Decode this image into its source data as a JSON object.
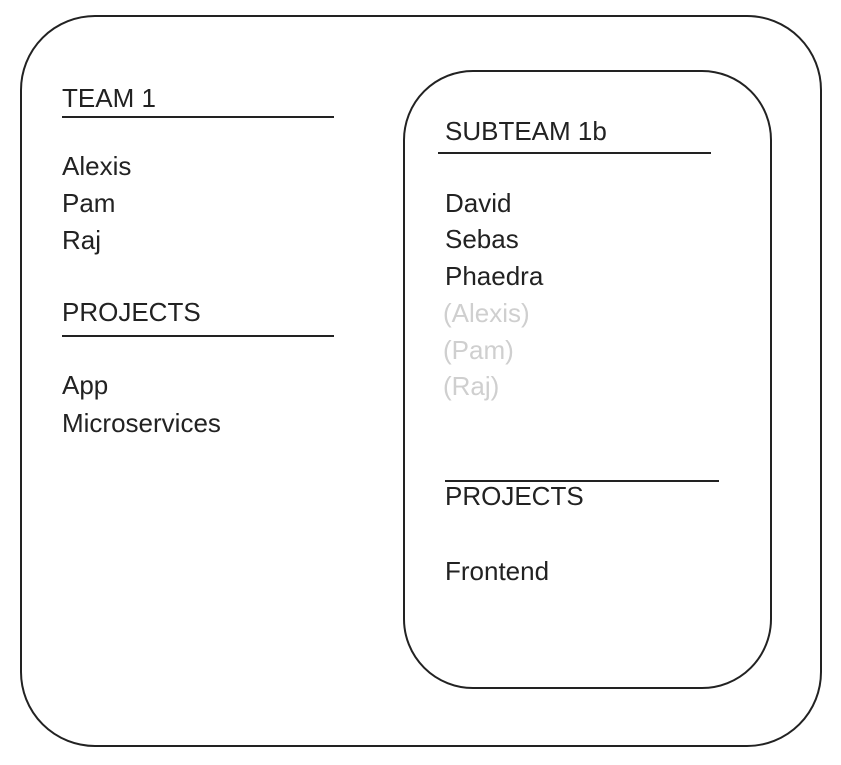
{
  "team": {
    "title": "TEAM 1",
    "members": [
      "Alexis",
      "Pam",
      "Raj"
    ],
    "projects_heading": "PROJECTS",
    "projects": [
      "App",
      "Microservices"
    ]
  },
  "subteam": {
    "title": "SUBTEAM 1b",
    "members": [
      "David",
      "Sebas",
      "Phaedra"
    ],
    "inherited_members": [
      "(Alexis)",
      "(Pam)",
      "(Raj)"
    ],
    "projects_heading": "PROJECTS",
    "projects": [
      "Frontend"
    ]
  },
  "colors": {
    "text": "#222222",
    "inherited_text": "#cfcfcf",
    "border": "#222222"
  }
}
